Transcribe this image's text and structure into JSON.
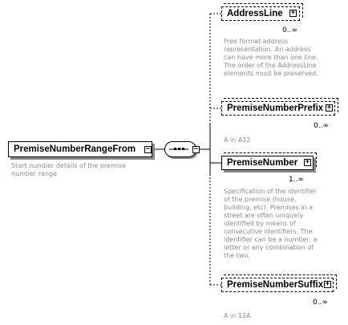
{
  "diagram": {
    "root": {
      "name": "PremiseNumberRangeFrom",
      "description": "Start number details of the premise number range"
    },
    "compositor": {
      "type": "sequence",
      "icon": "sequence-icon"
    },
    "children": [
      {
        "name": "AddressLine",
        "cardinality": "0..∞",
        "optional": true,
        "description": "Free format address representation. An address can have more than one line. The order of the AddressLine elements must be preserved."
      },
      {
        "name": "PremiseNumberPrefix",
        "cardinality": "0..∞",
        "optional": true,
        "description": "A in A12"
      },
      {
        "name": "PremiseNumber",
        "cardinality": "1..∞",
        "optional": false,
        "description": "Specification of the identifier of the premise (house, building, etc). Premises in a street are often uniquely identified by means of consecutive identifiers. The identifier can be a number, a letter or any combination of the two."
      },
      {
        "name": "PremiseNumberSuffix",
        "cardinality": "0..∞",
        "optional": true,
        "description": "A in 12A"
      }
    ],
    "expander_glyph": "+",
    "collapse_glyph": "−"
  }
}
